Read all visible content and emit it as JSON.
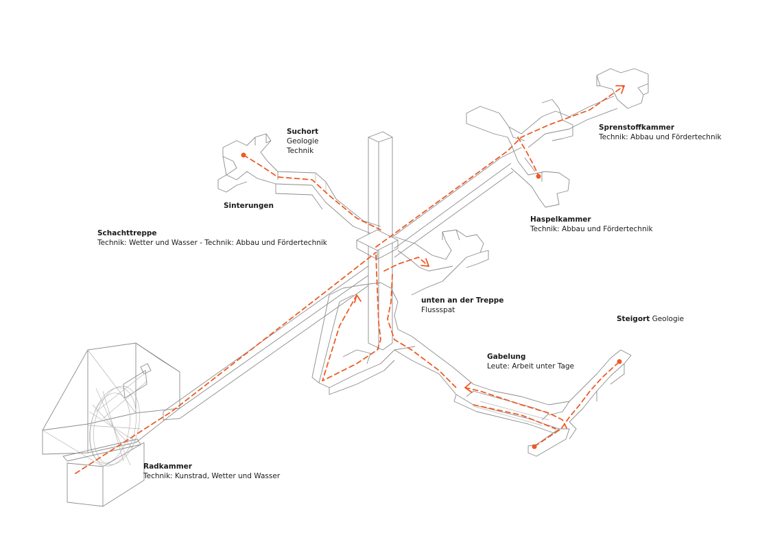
{
  "colors": {
    "route": "#ee5a24",
    "tunnel_lines": "#8a8a8a",
    "text": "#1a1a1a"
  },
  "labels": {
    "suchort": {
      "name": "Suchort",
      "lines": [
        "Geologie",
        "Technik"
      ]
    },
    "sinterungen": {
      "name": "Sinterungen"
    },
    "schachttreppe": {
      "name": "Schachttreppe",
      "desc": "Technik: Wetter und Wasser - Technik: Abbau und Fördertechnik"
    },
    "sprenstoffkammer": {
      "name": "Sprenstoffkammer",
      "desc": "Technik: Abbau und Fördertechnik"
    },
    "haspelkammer": {
      "name": "Haspelkammer",
      "desc": "Technik: Abbau und Fördertechnik"
    },
    "treppe": {
      "name": "unten an der Treppe",
      "desc": "Flussspat"
    },
    "steigort": {
      "name": "Steigort",
      "desc": "Geologie"
    },
    "gabelung": {
      "name": "Gabelung",
      "desc": "Leute: Arbeit unter Tage"
    },
    "radkammer": {
      "name": "Radkammer",
      "desc": "Technik: Kunstrad, Wetter und Wasser"
    }
  }
}
